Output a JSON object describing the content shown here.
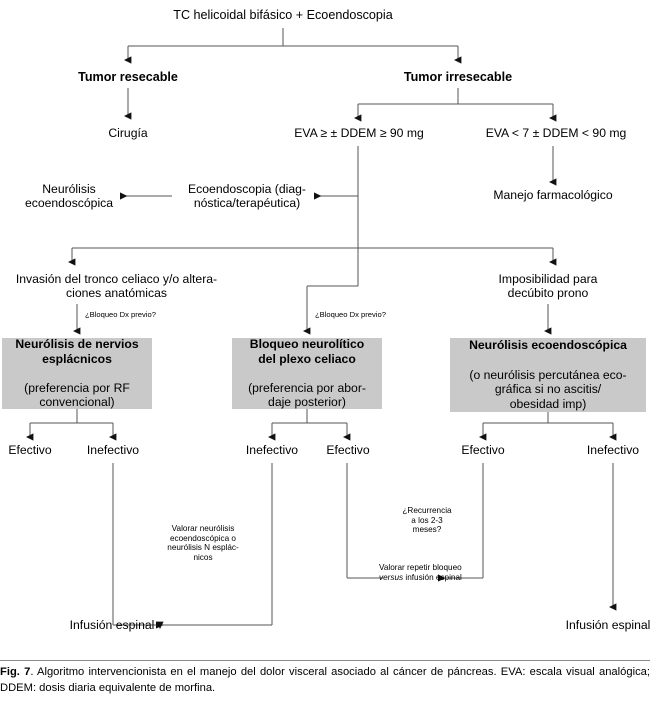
{
  "figure": {
    "label": "Fig. 7",
    "caption_text": ". Algoritmo intervencionista en el manejo del dolor visceral asociado al cáncer de páncreas. EVA: escala visual analógica; DDEM: dosis diaria equivalente de morfina."
  },
  "colors": {
    "box_fill": "#c9c9c9",
    "line": "#555555",
    "text": "#000000",
    "rule": "#8a8a8a"
  },
  "nodes": {
    "root": "TC helicoidal bifásico + Ecoendoscopia",
    "resectable": "Tumor resecable",
    "irresectable": "Tumor irresecable",
    "surgery": "Cirugía",
    "eva_high": "EVA ≥ ± DDEM ≥ 90 mg",
    "eva_low": "EVA < 7 ± DDEM < 90 mg",
    "eus_diag": "Ecoendoscopia (diag-\nnóstica/terapéutica)",
    "neuro_eus": "Neurólisis\necoendoscópica",
    "pharm": "Manejo farmacológico",
    "celiac_invasion": "Invasión del tronco celiaco y/o altera-\nciones anatómicas",
    "prone_impossible": "Imposibilidad para\ndecúbito prono",
    "prev_block_left": "¿Bloqueo Dx previo?",
    "prev_block_mid": "¿Bloqueo Dx previo?",
    "box_splanchnic_head": "Neurólisis de nervios\nesplácnicos",
    "box_splanchnic_sub": "(preferencia por RF\nconvencional)",
    "box_celiac_head": "Bloqueo neurolítico\ndel plexo celiaco",
    "box_celiac_sub": "(preferencia por abor-\ndaje posterior)",
    "box_eus_head": "Neurólisis ecoendoscópica",
    "box_eus_sub": "(o neurólisis percutánea eco-\ngráfica si no ascitis/\nobesidad imp)",
    "effective": "Efectivo",
    "ineffective": "Inefectivo",
    "outcome_l1": "Efectivo",
    "outcome_l2": "Inefectivo",
    "outcome_m1": "Inefectivo",
    "outcome_m2": "Efectivo",
    "outcome_r1": "Efectivo",
    "outcome_r2": "Inefectivo",
    "assess_neurolysis": "Valorar neurólisis\necoendoscópica o\nneurólisis N esplác-\nnicos",
    "recurrence": "¿Recurrencia\na los 2-3\nmeses?",
    "repeat_block_a": "Valorar repetir\nbloqueo ",
    "repeat_block_it": "versus",
    "repeat_block_b": "\ninfusión espinal",
    "spinal_infusion_left": "Infusión espinal",
    "spinal_infusion_right": "Infusión espinal"
  }
}
